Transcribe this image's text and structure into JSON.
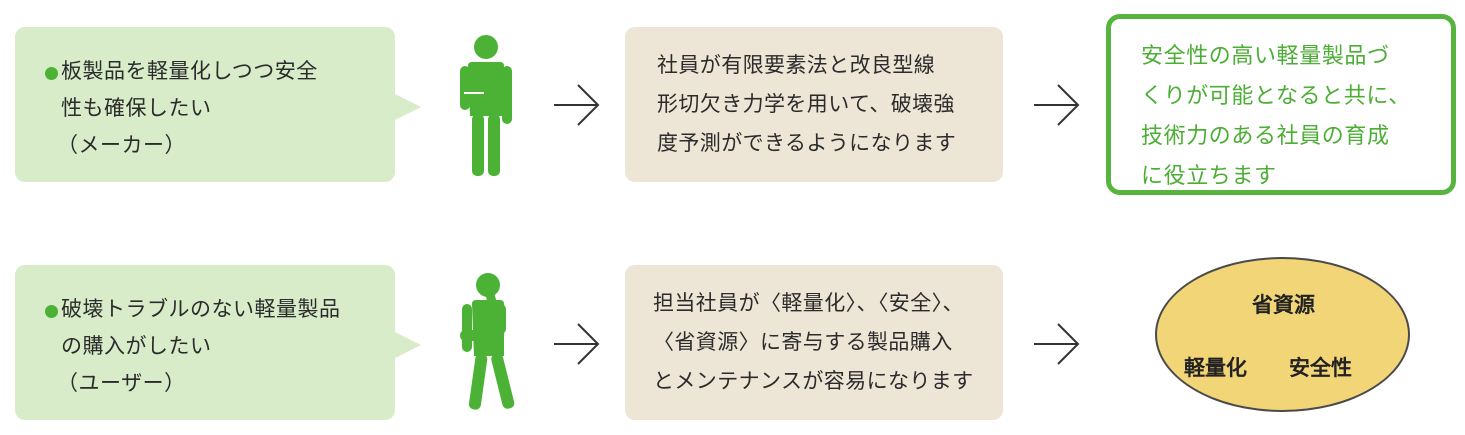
{
  "rows": [
    {
      "problem": [
        "板製品を軽量化しつつ安全",
        "性も確保したい",
        "（メーカー）"
      ],
      "solution": [
        "社員が有限要素法と改良型線",
        "形切欠き力学を用いて、破壊強",
        "度予測ができるようになります"
      ],
      "result": [
        "安全性の高い軽量製品づ",
        "くりが可能となると共に、",
        "技術力のある社員の育成",
        "に役立ちます"
      ]
    },
    {
      "problem": [
        "破壊トラブルのない軽量製品",
        "の購入がしたい",
        "（ユーザー）"
      ],
      "solution": [
        "担当社員が〈軽量化〉、〈安全〉、",
        "〈省資源〉に寄与する製品購入",
        "とメンテナンスが容易になります"
      ],
      "result_keywords": [
        "省資源",
        "軽量化",
        "安全性"
      ]
    }
  ],
  "colors": {
    "accent_green": "#4cb235",
    "bubble_green": "#d8ecc9",
    "beige": "#ede6d6",
    "ellipse_yellow": "#f2d577"
  },
  "icons": [
    "person-icon",
    "arrow-right-icon"
  ]
}
